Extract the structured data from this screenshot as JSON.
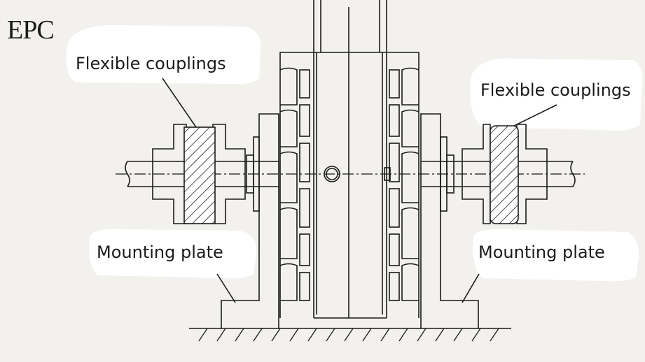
{
  "brand": "EPC",
  "labels": {
    "flexible_couplings_left": "Flexible couplings",
    "flexible_couplings_right": "Flexible couplings",
    "mounting_plate_left": "Mounting plate",
    "mounting_plate_right": "Mounting plate"
  },
  "colors": {
    "background": "#f2f1ee",
    "label_panel": "#ffffff",
    "line": "#1a1a1a"
  }
}
